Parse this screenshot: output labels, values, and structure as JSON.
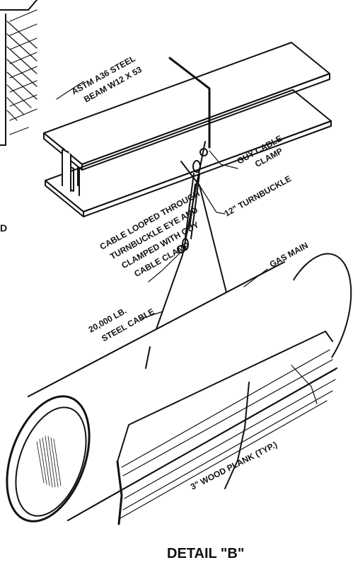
{
  "detail_title": "DETAIL \"B\"",
  "left_fragment": "D",
  "labels": {
    "beam_line1": "ASTM A36 STEEL",
    "beam_line2": "BEAM W12 X 53",
    "guy_clamp_line1": "GUY CABLE",
    "guy_clamp_line2": "CLAMP",
    "turnbuckle": "12\" TURNBUCKLE",
    "loop_line1": "CABLE LOOPED THROUGH",
    "loop_line2": "TURNBUCKLE EYE AND",
    "loop_line3": "CLAMPED WITH GUY",
    "loop_line4": "CABLE CLAMP",
    "gas_main": "GAS MAIN",
    "steel_cable_line1": "20,000 LB.",
    "steel_cable_line2": "STEEL CABLE",
    "wood_plank": "3\" WOOD PLANK (TYP.)"
  },
  "colors": {
    "ink": "#111111",
    "paper": "#ffffff"
  }
}
